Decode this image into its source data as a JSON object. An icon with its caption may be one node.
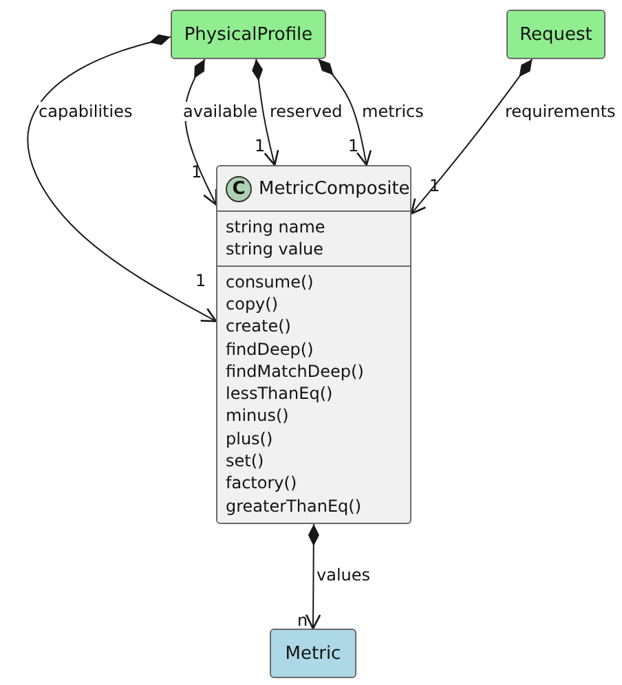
{
  "diagram": {
    "nodes": [
      {
        "text": [
          "PhysicalProfile"
        ]
      },
      {
        "text": [
          "Request"
        ]
      },
      {
        "text": [
          "MetricComposite",
          "string name",
          "string value",
          "consume()",
          "copy()",
          "create()",
          "findDeep()",
          "findMatchDeep()",
          "lessThanEq()",
          "minus()",
          "plus()",
          "set()",
          "factory()",
          "greaterThanEq()"
        ]
      },
      {
        "text": [
          "Metric"
        ]
      }
    ],
    "edges": [
      {
        "from": 0,
        "to": 2,
        "arrow": "to",
        "label": "capabilities"
      },
      {
        "from": 0,
        "to": 2,
        "arrow": "to",
        "label": "available"
      },
      {
        "from": 0,
        "to": 2,
        "arrow": "to",
        "label": "reserved"
      },
      {
        "from": 0,
        "to": 2,
        "arrow": "to",
        "label": "metrics"
      },
      {
        "from": 1,
        "to": 2,
        "arrow": "to",
        "label": "requirements"
      },
      {
        "from": 2,
        "to": 3,
        "arrow": "to",
        "label": "values"
      }
    ],
    "labels": [
      "1",
      "1",
      "1",
      "C",
      "1",
      "1",
      "n"
    ]
  }
}
